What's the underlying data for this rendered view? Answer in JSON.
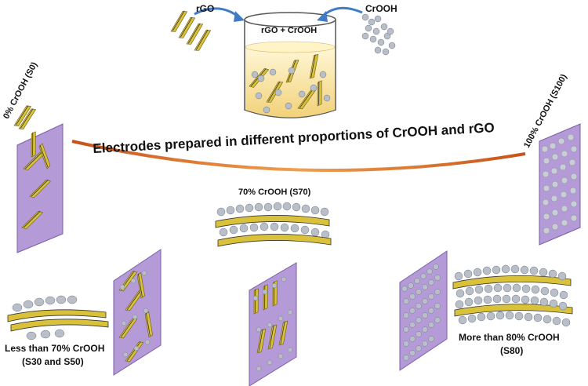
{
  "beaker": {
    "left_label": "rGO",
    "right_label": "CrOOH",
    "mix_label": "rGO + CrOOH"
  },
  "title": "Electrodes prepared in different proportions of CrOOH and rGO",
  "samples": {
    "s0": "0% CrOOH (S0)",
    "s100": "100% CrOOH (S100)",
    "s70": "70% CrOOH (S70)",
    "low_line1": "Less than 70% CrOOH",
    "low_line2": "(S30 and S50)",
    "high_line1": "More than 80% CrOOH",
    "high_line2": "(S80)"
  },
  "colors": {
    "electrode": "#b49ad6",
    "sheet": "#d9c23a",
    "particle": "#b8bfc8",
    "arc": "#e07a2e",
    "arrow": "#3f7bc6"
  }
}
